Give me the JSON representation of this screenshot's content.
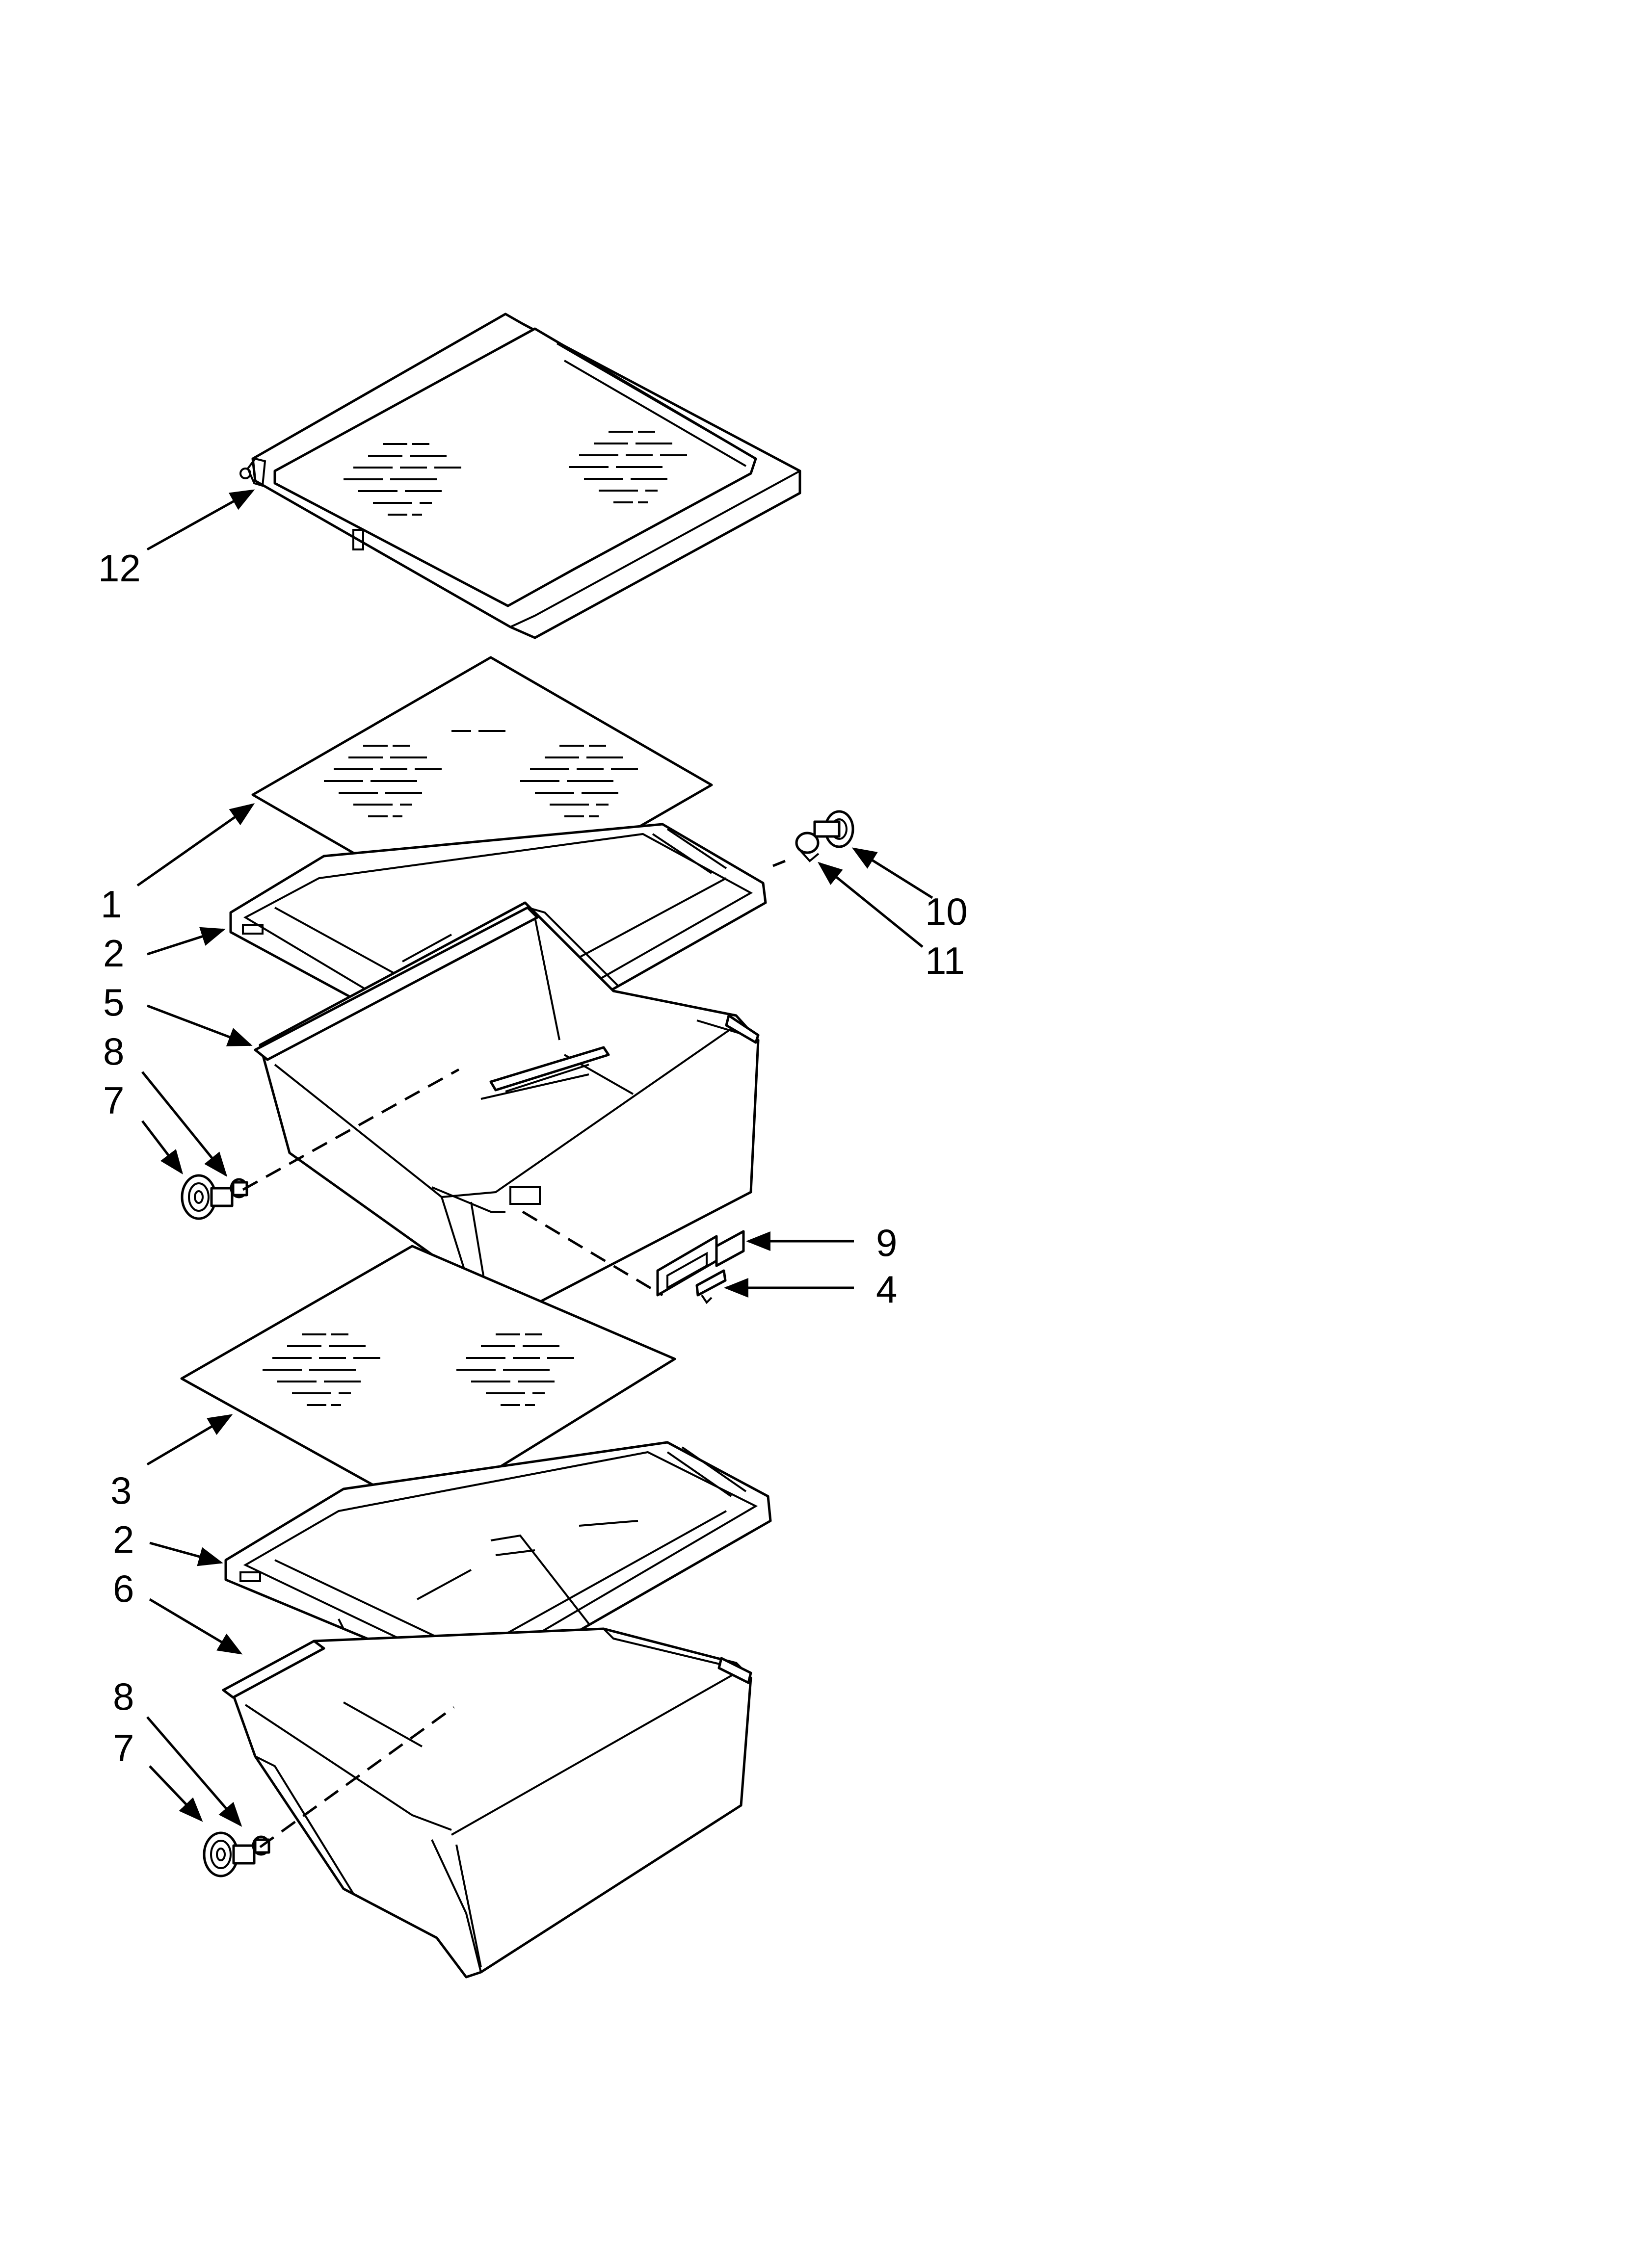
{
  "diagram": {
    "callouts": {
      "c1": "1",
      "c2a": "2",
      "c2b": "2",
      "c3": "3",
      "c4": "4",
      "c5": "5",
      "c6": "6",
      "c7a": "7",
      "c7b": "7",
      "c8a": "8",
      "c8b": "8",
      "c9": "9",
      "c10": "10",
      "c11": "11",
      "c12": "12"
    }
  }
}
